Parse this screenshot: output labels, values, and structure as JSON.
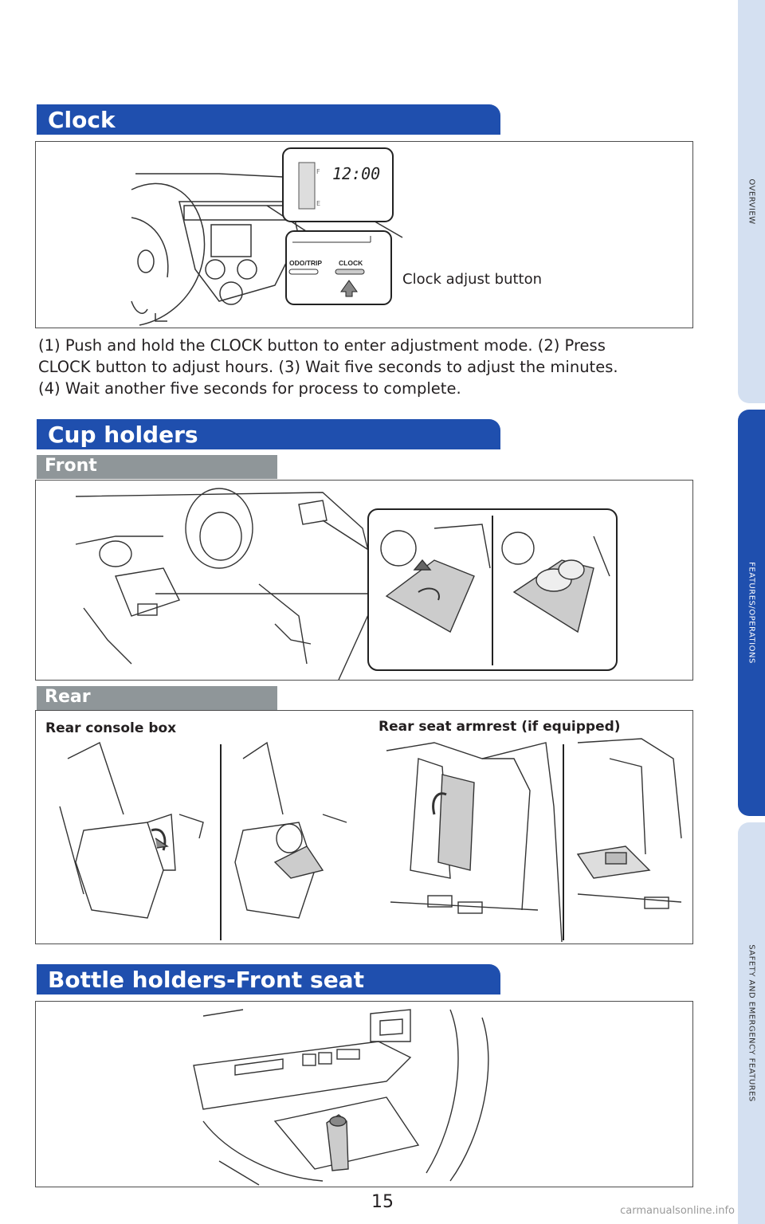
{
  "side_tabs": [
    "OVERVIEW",
    "FEATURES/OPERATIONS",
    "SAFETY AND EMERGENCY FEATURES"
  ],
  "clock": {
    "title": "Clock",
    "display_time": "12:00",
    "button_left": "ODO/TRIP",
    "button_right": "CLOCK",
    "caption": "Clock adjust button",
    "instructions": [
      "(1) Push and hold the CLOCK button to enter adjustment mode. (2) Press",
      "CLOCK button to adjust hours. (3) Wait five seconds to adjust the minutes.",
      "(4) Wait another five seconds for process to complete."
    ]
  },
  "cup_holders": {
    "title": "Cup holders",
    "front_label": "Front",
    "rear_label": "Rear",
    "rear_console_caption": "Rear console box",
    "rear_armrest_caption": "Rear seat armrest (if equipped)"
  },
  "bottle_holders": {
    "title": "Bottle holders-Front seat"
  },
  "page_number": "15",
  "watermark": "carmanualsonline.info",
  "colors": {
    "header_blue": "#1f4fae",
    "tab_light": "#d4e0f1",
    "sub_gray": "#8f9699"
  }
}
